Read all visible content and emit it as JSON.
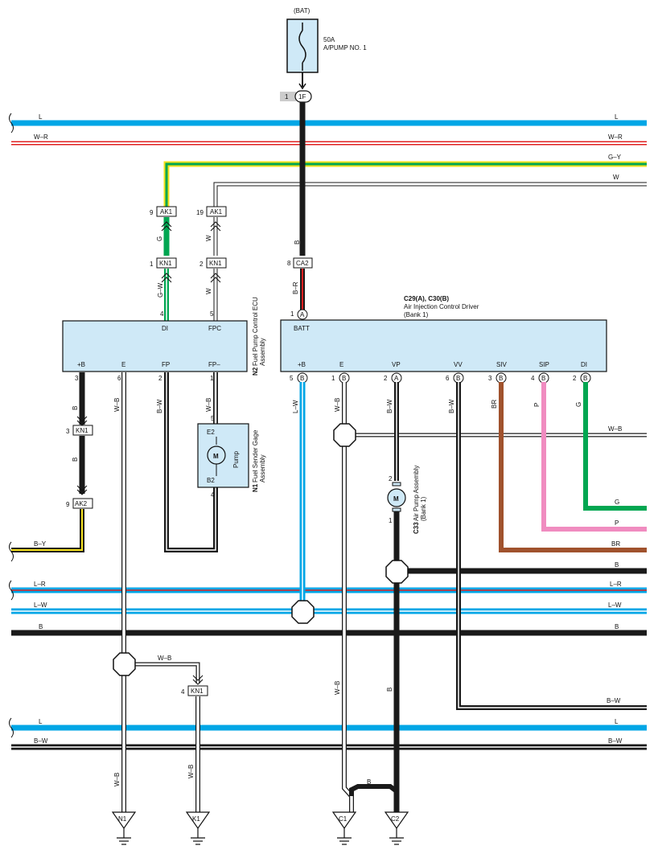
{
  "fuse": {
    "source": "(BAT)",
    "rating": "50A",
    "name": "A/PUMP NO. 1"
  },
  "junction_1f": {
    "pin": "1",
    "label": "1F"
  },
  "bus": {
    "l_top": "L",
    "wr": "W–R",
    "gy": "G–Y",
    "w": "W",
    "lr": "L–R",
    "lw": "L–W",
    "b": "B",
    "bw": "B–W",
    "l_bottom": "L",
    "bw_bottom": "B–W"
  },
  "connectors": {
    "ak1_di": {
      "pin": "9",
      "label": "AK1"
    },
    "ak1_fpc": {
      "pin": "19",
      "label": "AK1"
    },
    "kn1_di": {
      "pin": "1",
      "label": "KN1"
    },
    "kn1_fpc": {
      "pin": "2",
      "label": "KN1"
    },
    "ca2": {
      "pin": "8",
      "label": "CA2"
    },
    "kn1_b": {
      "pin": "3",
      "label": "KN1"
    },
    "ak2": {
      "pin": "9",
      "label": "AK2"
    },
    "kn1_e": {
      "pin": "4",
      "label": "KN1"
    }
  },
  "wires": {
    "g": "G",
    "gw": "G–W",
    "w1": "W",
    "w2": "W",
    "b_main": "B",
    "br_red": "B–R",
    "b_plus": "B",
    "b_plus2": "B",
    "by": "B–Y",
    "wb_e": "W–B",
    "bw_fp": "B–W",
    "wb_fpm": "W–B",
    "lw_b": "L–W",
    "wb_ground": "W–B",
    "wb_branch": "W–B",
    "bw_vp": "B–W",
    "bw_vv": "B–W",
    "br_siv": "BR",
    "p_sip": "P",
    "g_di": "G",
    "wb_right": "W–B",
    "g_right": "G",
    "p_right": "P",
    "br_right": "BR",
    "b_right": "B",
    "b_vp_down": "B",
    "wb_c1": "W–B",
    "wb_n1": "W–B",
    "wb_k1": "W–B",
    "b_jump": "B",
    "wb_e_down": "W–B"
  },
  "ecu": {
    "code": "N2",
    "name_line1": "Fuel Pump Control ECU",
    "name_line2": "Assembly",
    "pins": {
      "di_num": "4",
      "di": "DI",
      "fpc_num": "5",
      "fpc": "FPC",
      "bplus_num": "3",
      "bplus": "+B",
      "e_num": "6",
      "e": "E",
      "fp_num": "2",
      "fp": "FP",
      "fpm_num": "1",
      "fpm": "FP–"
    }
  },
  "driver": {
    "title": "C29(A), C30(B)",
    "name_line1": "Air Injection Control Driver",
    "name_line2": "(Bank 1)",
    "batt_pin": "1",
    "batt_conn": "A",
    "batt": "BATT",
    "pins": [
      {
        "num": "5",
        "conn": "B",
        "label": "+B"
      },
      {
        "num": "1",
        "conn": "B",
        "label": "E"
      },
      {
        "num": "2",
        "conn": "A",
        "label": "VP"
      },
      {
        "num": "6",
        "conn": "B",
        "label": "VV"
      },
      {
        "num": "3",
        "conn": "B",
        "label": "SIV"
      },
      {
        "num": "4",
        "conn": "B",
        "label": "SIP"
      },
      {
        "num": "2",
        "conn": "B",
        "label": "DI"
      }
    ]
  },
  "sender": {
    "code": "N1",
    "name_line1": "Fuel Sender Gage",
    "name_line2": "Assembly",
    "e2": "E2",
    "b2": "B2",
    "pump": "Pump",
    "motor": "M",
    "pin_top": "5",
    "pin_bottom": "4"
  },
  "air_pump": {
    "code": "C33",
    "name_line1": "Air Pump Assembly",
    "name_line2": "(Bank 1)",
    "motor": "M",
    "pin_top": "2",
    "pin_bottom": "1"
  },
  "grounds": {
    "n1": "N1",
    "k1": "K1",
    "c1": "C1",
    "c2": "C2"
  },
  "colors": {
    "blue": "#00a6e6",
    "green": "#00a651",
    "yellow": "#f5e11c",
    "pink": "#f08cc0",
    "brown": "#a0522d",
    "red": "#e02020",
    "black": "#1a1a1a",
    "box": "#cfe9f7"
  }
}
